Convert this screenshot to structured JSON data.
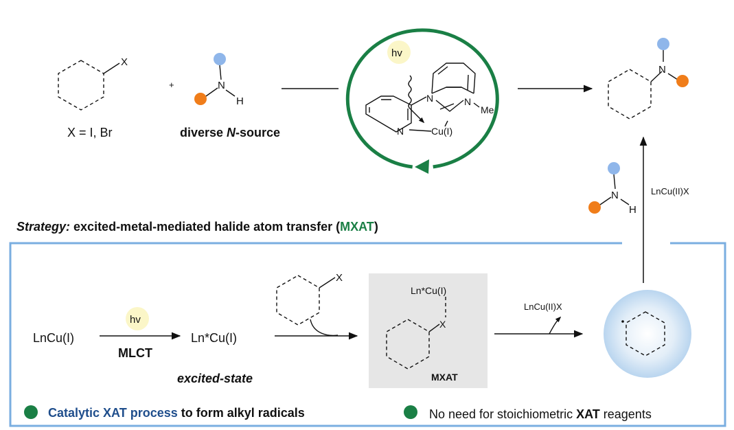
{
  "colors": {
    "green": "#1a7f45",
    "blue_text": "#1f4e8c",
    "box_border": "#7aaee0",
    "dot_blue": "#8fb6ea",
    "dot_orange": "#f07d1a",
    "hv_fill": "#fbf6c8",
    "mxat_box": "#e6e6e6",
    "radical_glow": "#cfe4f6"
  },
  "top": {
    "substrate_x": "X",
    "x_label": "X = I, Br",
    "plus": "+",
    "amine_n": "N",
    "amine_h": "H",
    "n_source_pre": "diverse ",
    "n_source_italic": "N",
    "n_source_post": "-source",
    "catalyst": {
      "hv": "hv",
      "n1": "N",
      "n2": "N",
      "n3": "N",
      "me": "Me",
      "cu": "Cu(I)"
    },
    "product_n": "N"
  },
  "side": {
    "amine_n": "N",
    "amine_h": "H",
    "reagent": "LnCu(II)X"
  },
  "strategy": {
    "italic": "Strategy:",
    "text": " excited-metal-mediated halide atom transfer (",
    "mxat": "MXAT",
    "close": ")"
  },
  "mechanism": {
    "lncu": "LnCu(I)",
    "hv": "hv",
    "mlct": "MLCT",
    "excited": "Ln*Cu(I)",
    "excited_state": "excited-state",
    "substrate_x": "X",
    "ts_cu": "Ln*Cu(I)",
    "ts_x": "X",
    "ts_label": "MXAT",
    "byproduct": "LnCu(II)X"
  },
  "bullets": [
    {
      "blue": "Catalytic XAT process",
      "black": " to form alkyl radicals"
    },
    {
      "pre": "No need for stoichiometric ",
      "bold": "XAT",
      "post": " reagents"
    }
  ]
}
